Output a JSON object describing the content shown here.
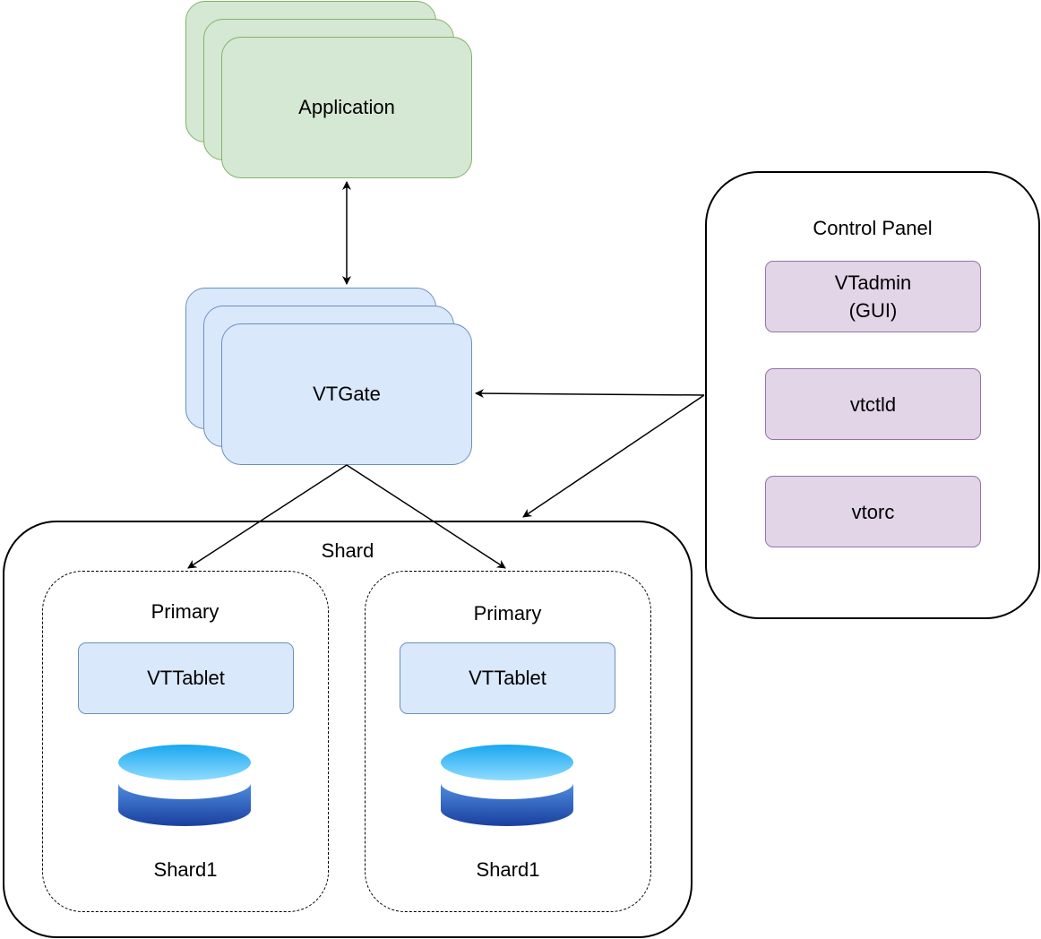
{
  "application": {
    "label": "Application"
  },
  "vtgate": {
    "label": "VTGate"
  },
  "control_panel": {
    "title": "Control Panel",
    "items": [
      {
        "line1": "VTadmin",
        "line2": "(GUI)"
      },
      {
        "line1": "vtctld"
      },
      {
        "line1": "vtorc"
      }
    ]
  },
  "shard": {
    "title": "Shard",
    "nodes": [
      {
        "role": "Primary",
        "tablet": "VTTablet",
        "db_label": "Shard1"
      },
      {
        "role": "Primary",
        "tablet": "VTTablet",
        "db_label": "Shard1"
      }
    ]
  },
  "colors": {
    "application_fill": "#d5e8d4",
    "application_border": "#82b366",
    "vtgate_fill": "#dae8fc",
    "vtgate_border": "#6c8ebf",
    "control_item_fill": "#e1d5e7",
    "control_item_border": "#9673a6"
  }
}
